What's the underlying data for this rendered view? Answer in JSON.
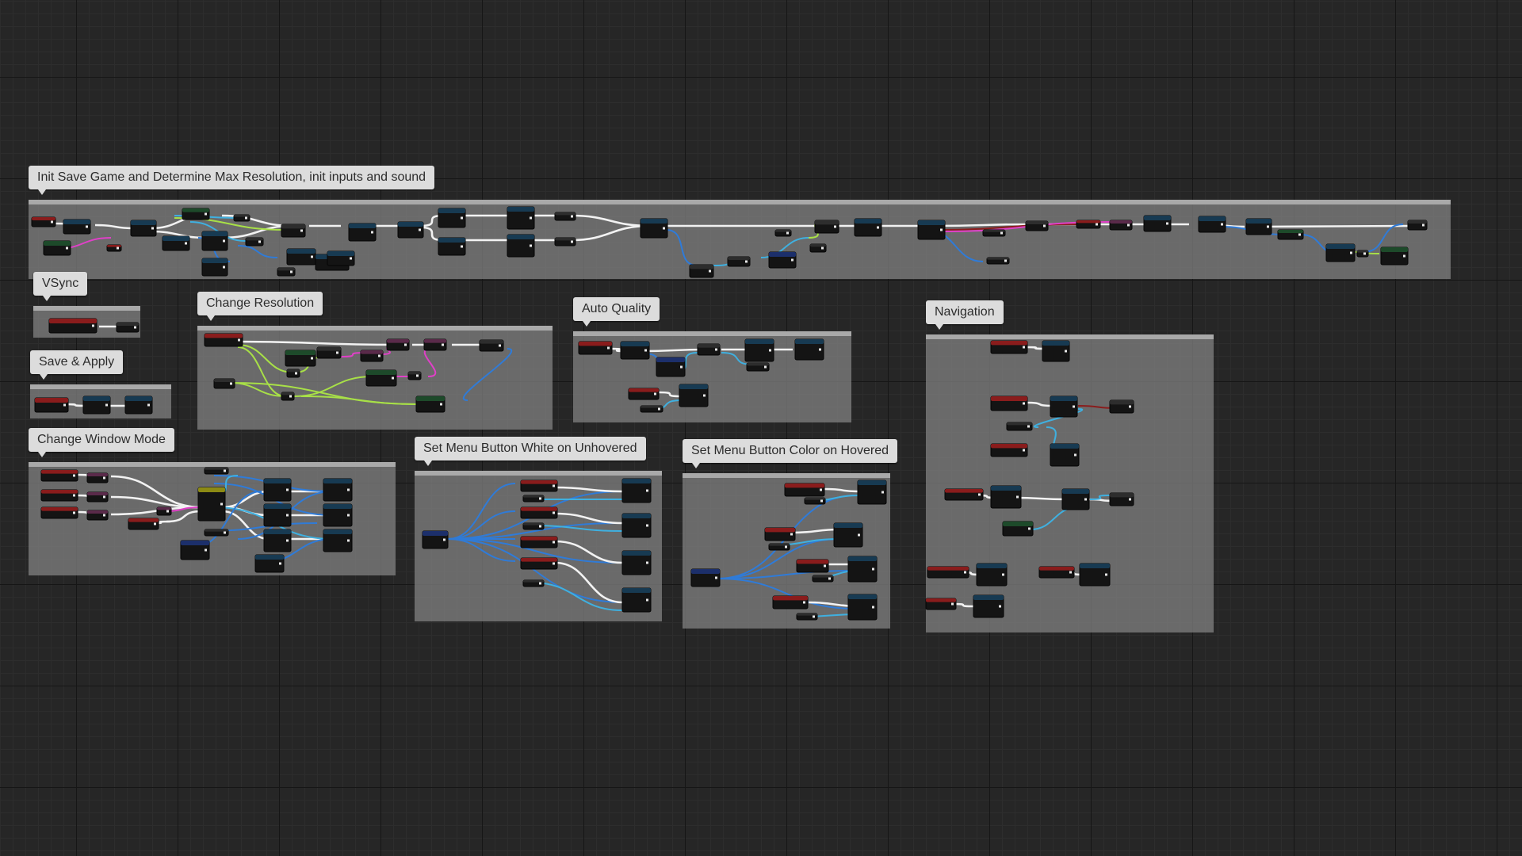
{
  "editor": {
    "type": "blueprint-event-graph",
    "comments": [
      {
        "id": "init",
        "label": "Init Save Game and Determine Max Resolution, init inputs and sound"
      },
      {
        "id": "vsync",
        "label": "VSync"
      },
      {
        "id": "change-resolution",
        "label": "Change Resolution"
      },
      {
        "id": "auto-quality",
        "label": "Auto Quality"
      },
      {
        "id": "navigation",
        "label": "Navigation"
      },
      {
        "id": "save-apply",
        "label": "Save & Apply"
      },
      {
        "id": "change-window-mode",
        "label": "Change Window Mode"
      },
      {
        "id": "set-white-unhovered",
        "label": "Set Menu Button White on Unhovered"
      },
      {
        "id": "set-color-hovered",
        "label": "Set Menu Button Color on Hovered"
      }
    ]
  },
  "colors": {
    "background": "#262626",
    "comment_body": "#7d7d7d",
    "comment_label": "#dcdcdc",
    "exec_wire": "#f2f2f2",
    "object_wire": "#2f7bd8",
    "struct_wire": "#3fb0e0",
    "bool_wire": "#a8e047",
    "string_wire": "#e040c8",
    "float_wire": "#8a1c1c",
    "event_node": "#8a1c1c",
    "function_node": "#173a52"
  }
}
